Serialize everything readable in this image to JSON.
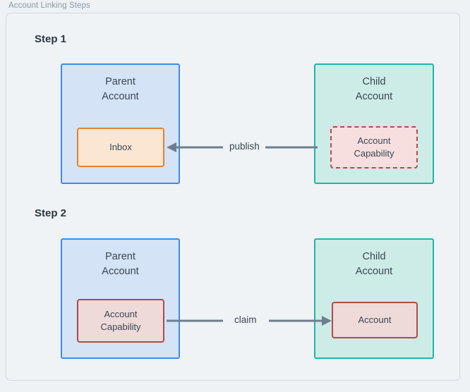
{
  "figure": {
    "title": "Account Linking Steps"
  },
  "steps": [
    {
      "label": "Step 1",
      "parent": {
        "title": "Parent\nAccount",
        "inner": {
          "label": "Inbox",
          "style": "solid-orange"
        }
      },
      "child": {
        "title": "Child\nAccount",
        "inner": {
          "label": "Account\nCapability",
          "style": "dashed-red"
        }
      },
      "arrow": {
        "label": "publish",
        "direction": "left"
      }
    },
    {
      "label": "Step 2",
      "parent": {
        "title": "Parent\nAccount",
        "inner": {
          "label": "Account\nCapability",
          "style": "solid-red"
        }
      },
      "child": {
        "title": "Child\nAccount",
        "inner": {
          "label": "Account",
          "style": "solid-red"
        }
      },
      "arrow": {
        "label": "claim",
        "direction": "right"
      }
    }
  ],
  "colors": {
    "canvas": "#eef2f5",
    "frame_background": "#eff3f6",
    "frame_border": "#d3dae1",
    "parent_border": "#3f8ce3",
    "parent_fill": "#d4e3f6",
    "child_border": "#23b3a9",
    "child_fill": "#cdece7",
    "inbox_border": "#e2822f",
    "inbox_fill": "#fbe6d4",
    "capability_border": "#b4494c",
    "capability_fill": "#f7dfdf",
    "arrow": "#6d7f8f",
    "text": "#3b4652",
    "title_text": "#8c98a4"
  }
}
